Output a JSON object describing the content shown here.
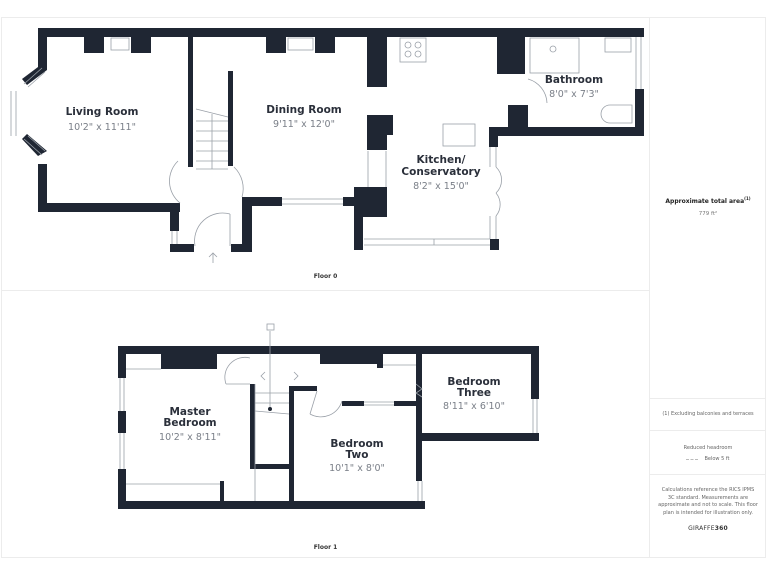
{
  "floors": [
    {
      "label": "Floor 0",
      "rooms": [
        {
          "name": "Living Room",
          "dims": "10'2\" x 11'11\""
        },
        {
          "name": "Dining Room",
          "dims": "9'11\" x 12'0\""
        },
        {
          "name_line1": "Kitchen/",
          "name_line2": "Conservatory",
          "dims": "8'2\" x 15'0\""
        },
        {
          "name": "Bathroom",
          "dims": "8'0\" x 7'3\""
        }
      ]
    },
    {
      "label": "Floor 1",
      "rooms": [
        {
          "name_line1": "Master",
          "name_line2": "Bedroom",
          "dims": "10'2\" x 8'11\""
        },
        {
          "name_line1": "Bedroom",
          "name_line2": "Two",
          "dims": "10'1\" x 8'0\""
        },
        {
          "name_line1": "Bedroom",
          "name_line2": "Three",
          "dims": "8'11\" x 6'10\""
        }
      ]
    }
  ],
  "info": {
    "area_title": "Approximate total area",
    "area_footnote": "(1)",
    "area_value": "779 ft²",
    "exclusion_note": "(1) Excluding balconies and terraces",
    "headroom_title": "Reduced headroom",
    "headroom_legend": "Below 5 ft",
    "disclaimer": "Calculations reference the RICS IPMS 3C standard. Measurements are approximate and not to scale. This floor plan is intended for illustration only.",
    "brand_light": "GIRAFFE",
    "brand_bold": "360"
  },
  "colors": {
    "wall": "#1f2633",
    "room_text": "#2a2f3a",
    "dim_text": "#7a7f88",
    "divider": "#ececec"
  }
}
